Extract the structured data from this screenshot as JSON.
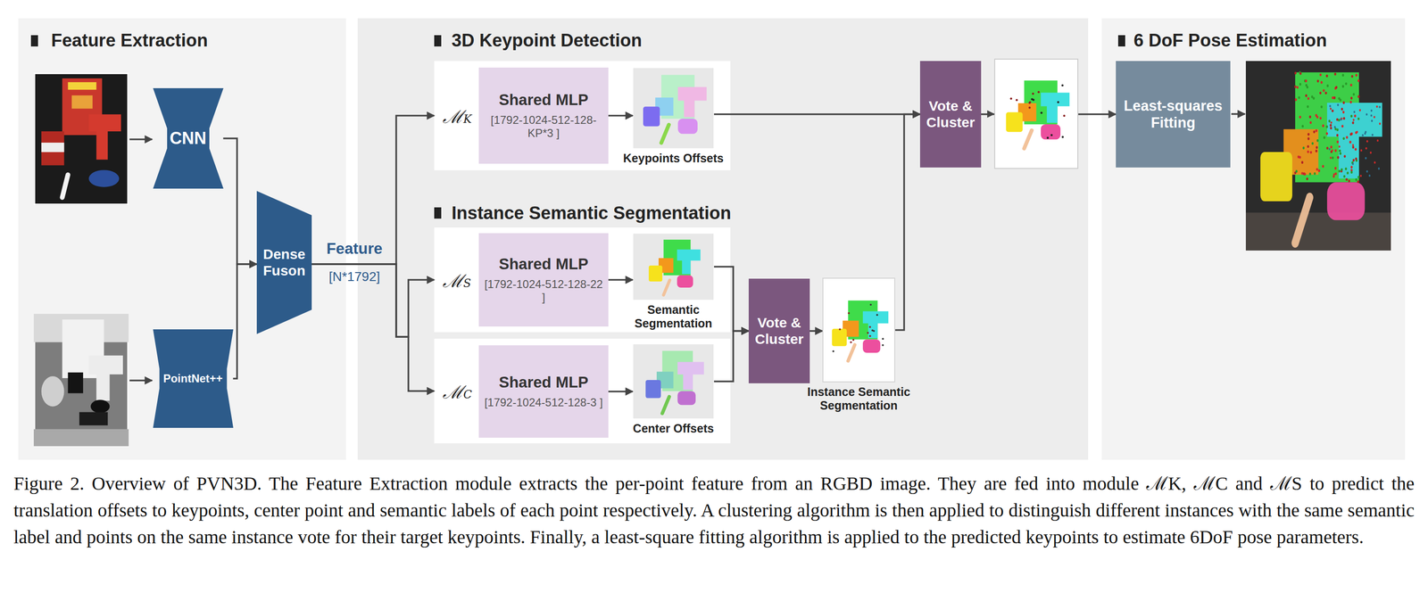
{
  "diagram": {
    "caption": "Figure 2. Overview of PVN3D. The Feature Extraction module extracts the per-point feature from an RGBD image. They are fed into module ℳK, ℳC and ℳS to predict the translation offsets to keypoints, center point and semantic labels of each point respectively. A clustering algorithm is then applied to distinguish different instances with the same semantic label and points on the same instance vote for their target keypoints. Finally, a least-square fitting algorithm is applied to the predicted keypoints to estimate 6DoF pose parameters.",
    "nodes": [
      {
        "text": [
          "Feature Extraction"
        ]
      },
      {
        "text": [
          "CNN"
        ],
        "in": 0
      },
      {
        "text": [
          "PointNet++"
        ],
        "in": 0
      },
      {
        "text": [
          "Dense Fuson"
        ],
        "in": 0
      },
      {
        "text": [
          "3D Keypoint Detection"
        ]
      },
      {
        "text": [
          "ℳK"
        ],
        "in": 4
      },
      {
        "text": [
          "Shared MLP",
          "[1792-1024-512-128-KP*3 ]"
        ],
        "in": 5
      },
      {
        "text": [
          "Keypoints Offsets"
        ],
        "in": 5
      },
      {
        "text": [
          "ℳS"
        ],
        "in": 4
      },
      {
        "text": [
          "Shared MLP",
          "[1792-1024-512-128-22 ]"
        ],
        "in": 8
      },
      {
        "text": [
          "Semantic Segmentation"
        ],
        "in": 8
      },
      {
        "text": [
          "ℳC"
        ],
        "in": 4
      },
      {
        "text": [
          "Shared MLP",
          "[1792-1024-512-128-3 ]"
        ],
        "in": 11
      },
      {
        "text": [
          "Center Offsets"
        ],
        "in": 11
      },
      {
        "text": [
          "Vote & Cluster"
        ],
        "in": 4
      },
      {
        "text": [
          "Instance Semantic Segmentation"
        ],
        "in": 4
      },
      {
        "text": [
          "Vote & Cluster"
        ],
        "in": 4
      },
      {
        "text": [
          "6 DoF Pose Estimation"
        ]
      },
      {
        "text": [
          "Least-squares Fitting"
        ],
        "in": 17
      }
    ],
    "edges": [
      {
        "from": 1,
        "to": 3,
        "arrow": "to"
      },
      {
        "from": 2,
        "to": 3,
        "arrow": "to"
      },
      {
        "from": 3,
        "to": 5,
        "arrow": "to"
      },
      {
        "from": 3,
        "to": 8,
        "arrow": "to"
      },
      {
        "from": 3,
        "to": 11,
        "arrow": "to"
      },
      {
        "from": 6,
        "to": 7,
        "arrow": "to"
      },
      {
        "from": 9,
        "to": 10,
        "arrow": "to"
      },
      {
        "from": 12,
        "to": 13,
        "arrow": "to"
      },
      {
        "from": 7,
        "to": 16,
        "arrow": "to"
      },
      {
        "from": 10,
        "to": 14,
        "arrow": "to"
      },
      {
        "from": 13,
        "to": 14,
        "arrow": "to"
      },
      {
        "from": 14,
        "to": 15,
        "arrow": "to"
      },
      {
        "from": 15,
        "to": 16,
        "arrow": "to"
      },
      {
        "from": 16,
        "to": 18,
        "arrow": "to"
      }
    ],
    "labels": [
      "Feature",
      "[N*1792]",
      "Instance Semantic Segmentation"
    ]
  }
}
